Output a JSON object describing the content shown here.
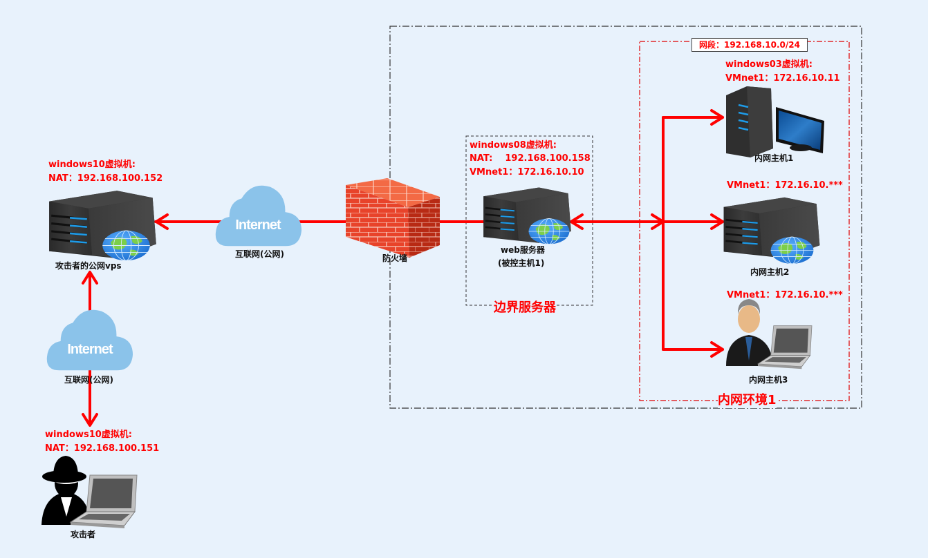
{
  "colors": {
    "background": "#e8f2fc",
    "link": "#ff0000",
    "label_red": "#ff0000",
    "zone_dmz_border": "#333333",
    "zone_intranet_border": "#e00000"
  },
  "zones": {
    "outer": {
      "label": ""
    },
    "dmz": {
      "label": "边界服务器"
    },
    "intranet": {
      "label": "内网环境1",
      "subnet_label": "网段：192.168.10.0/24"
    }
  },
  "nodes": {
    "attacker": {
      "icon": "hacker-laptop-icon",
      "vm": "windows10虚拟机:",
      "ip": "NAT：192.168.100.151",
      "caption": "攻击者"
    },
    "internet_left": {
      "icon": "cloud-icon",
      "cloud_text": "Internet",
      "caption": "互联网(公网)"
    },
    "vps": {
      "icon": "server-globe-icon",
      "vm": "windows10虚拟机:",
      "ip": "NAT：192.168.100.152",
      "caption": "攻击者的公网vps"
    },
    "internet_mid": {
      "icon": "cloud-icon",
      "cloud_text": "Internet",
      "caption": "互联网(公网)"
    },
    "firewall": {
      "icon": "firewall-icon",
      "caption": "防火墙"
    },
    "web_server": {
      "icon": "server-globe-icon",
      "vm": "windows08虚拟机:",
      "ip_nat": "NAT:    192.168.100.158",
      "ip_vmnet": "VMnet1：172.16.10.10",
      "caption_line1": "web服务器",
      "caption_line2": "(被控主机1)"
    },
    "intranet_host1": {
      "icon": "tower-monitor-icon",
      "vm": "windows03虚拟机:",
      "ip": "VMnet1：172.16.10.11",
      "caption": "内网主机1"
    },
    "intranet_host2": {
      "icon": "server-globe-icon",
      "ip": "VMnet1：172.16.10.***",
      "caption": "内网主机2"
    },
    "intranet_host3": {
      "icon": "user-laptop-icon",
      "ip": "VMnet1：172.16.10.***",
      "caption": "内网主机3"
    }
  }
}
